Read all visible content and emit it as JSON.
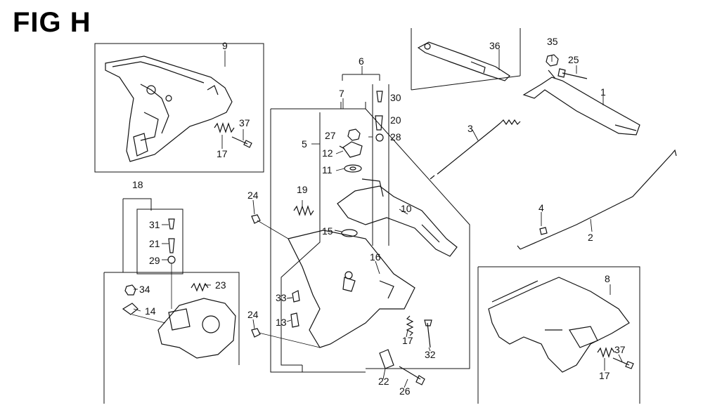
{
  "figure": {
    "title": "FIG H"
  },
  "callouts": {
    "c1": "1",
    "c2": "2",
    "c3": "3",
    "c4": "4",
    "c5": "5",
    "c6": "6",
    "c7": "7",
    "c8": "8",
    "c9": "9",
    "c10": "10",
    "c11": "11",
    "c12": "12",
    "c13": "13",
    "c14": "14",
    "c15": "15",
    "c16": "16",
    "c17a": "17",
    "c17b": "17",
    "c17c": "17",
    "c18": "18",
    "c19": "19",
    "c20": "20",
    "c21": "21",
    "c22": "22",
    "c23": "23",
    "c24a": "24",
    "c24b": "24",
    "c25": "25",
    "c26": "26",
    "c27": "27",
    "c28": "28",
    "c29": "29",
    "c30": "30",
    "c31": "31",
    "c32": "32",
    "c33": "33",
    "c34": "34",
    "c35": "35",
    "c36": "36",
    "c37a": "37",
    "c37b": "37"
  },
  "colors": {
    "line": "#111111",
    "background": "#ffffff"
  }
}
